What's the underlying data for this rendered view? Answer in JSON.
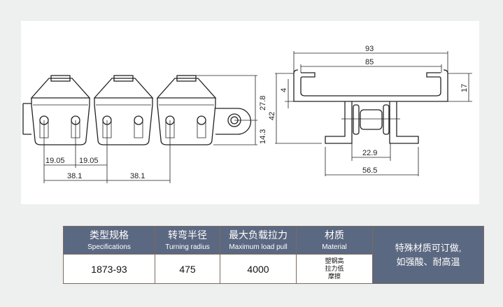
{
  "drawing": {
    "side_view": {
      "dim_pitch_half_1": "19.05",
      "dim_pitch_half_2": "19.05",
      "dim_pitch_1": "38.1",
      "dim_pitch_2": "38.1",
      "dim_height_upper": "27.8",
      "dim_height_lower": "14.3"
    },
    "end_view": {
      "dim_outer_width": "93",
      "dim_inner_width": "85",
      "dim_total_height": "42",
      "dim_thickness": "4",
      "dim_top_height": "17",
      "dim_inner_base": "22.9",
      "dim_base_width": "56.5"
    }
  },
  "table": {
    "headers": [
      {
        "cn": "类型规格",
        "en": "Specifications"
      },
      {
        "cn": "转弯半径",
        "en": "Turning radius"
      },
      {
        "cn": "最大负载拉力",
        "en": "Maximum load pull"
      },
      {
        "cn": "材质",
        "en": "Material"
      }
    ],
    "row": {
      "spec": "1873-93",
      "radius": "475",
      "load": "4000",
      "material_lines": [
        "塑钢高",
        "拉力低",
        "摩擦"
      ]
    },
    "note_lines": [
      "特殊材质可订做,",
      "如强酸、耐高温"
    ]
  },
  "colors": {
    "header_bg": "#5b6881",
    "background": "#eef0ef"
  }
}
